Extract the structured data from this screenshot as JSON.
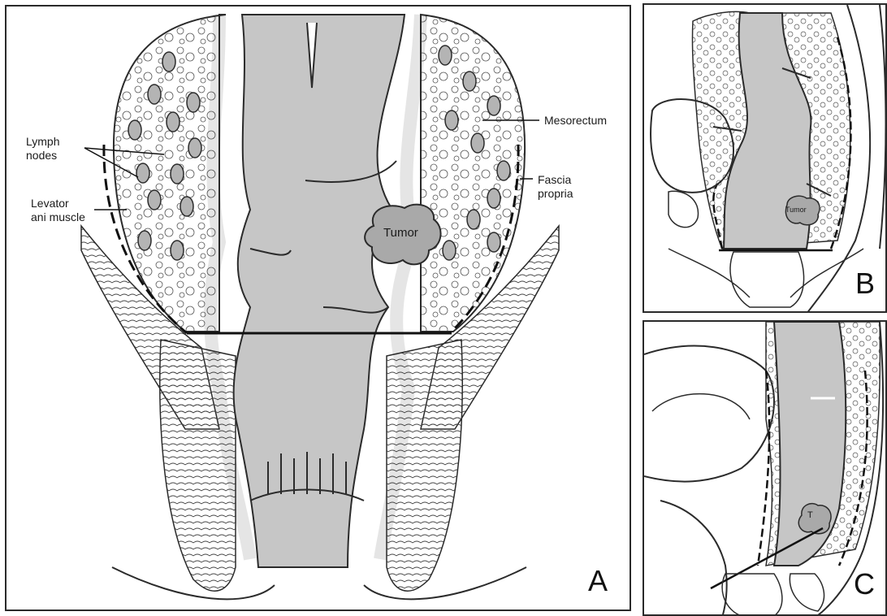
{
  "panel_a": {
    "labels": {
      "lymph": "Lymph\nnodes",
      "mesorectum": "Mesorectum",
      "fascia": "Fascia\npropria",
      "levator": "Levator\nani muscle",
      "tumor": "Tumor"
    },
    "letter": "A"
  },
  "panel_b": {
    "tumor": "Tumor",
    "letter": "B"
  },
  "panel_c": {
    "tumor": "T",
    "letter": "C"
  },
  "colors": {
    "lumen": "#c6c6c6",
    "line": "#2b2b2b",
    "node": "#b4b4b4",
    "tumor": "#a9a9a9"
  }
}
